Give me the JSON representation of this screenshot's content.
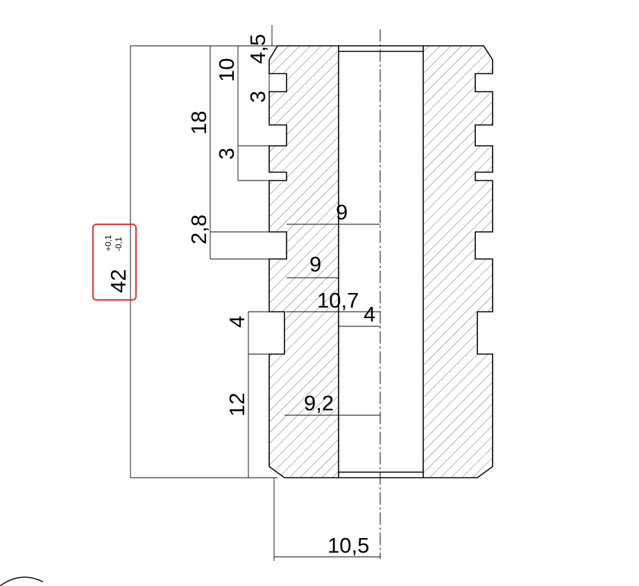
{
  "dimensions": {
    "overall_length": "42",
    "tol_upper": "+0,1",
    "tol_lower": "-0,1",
    "d_4_5": "4,5",
    "d_10": "10",
    "d_18": "18",
    "d_3_top": "3",
    "d_3_second": "3",
    "d_2_8": "2,8",
    "d_4_groove": "4",
    "d_12": "12",
    "r_9_upper": "9",
    "r_9_lower": "9",
    "r_10_7": "10,7",
    "r_4": "4",
    "r_9_2": "9,2",
    "r_10_5": "10,5"
  },
  "colors": {
    "highlight_box": "#e0302b",
    "lines": "#000000"
  }
}
